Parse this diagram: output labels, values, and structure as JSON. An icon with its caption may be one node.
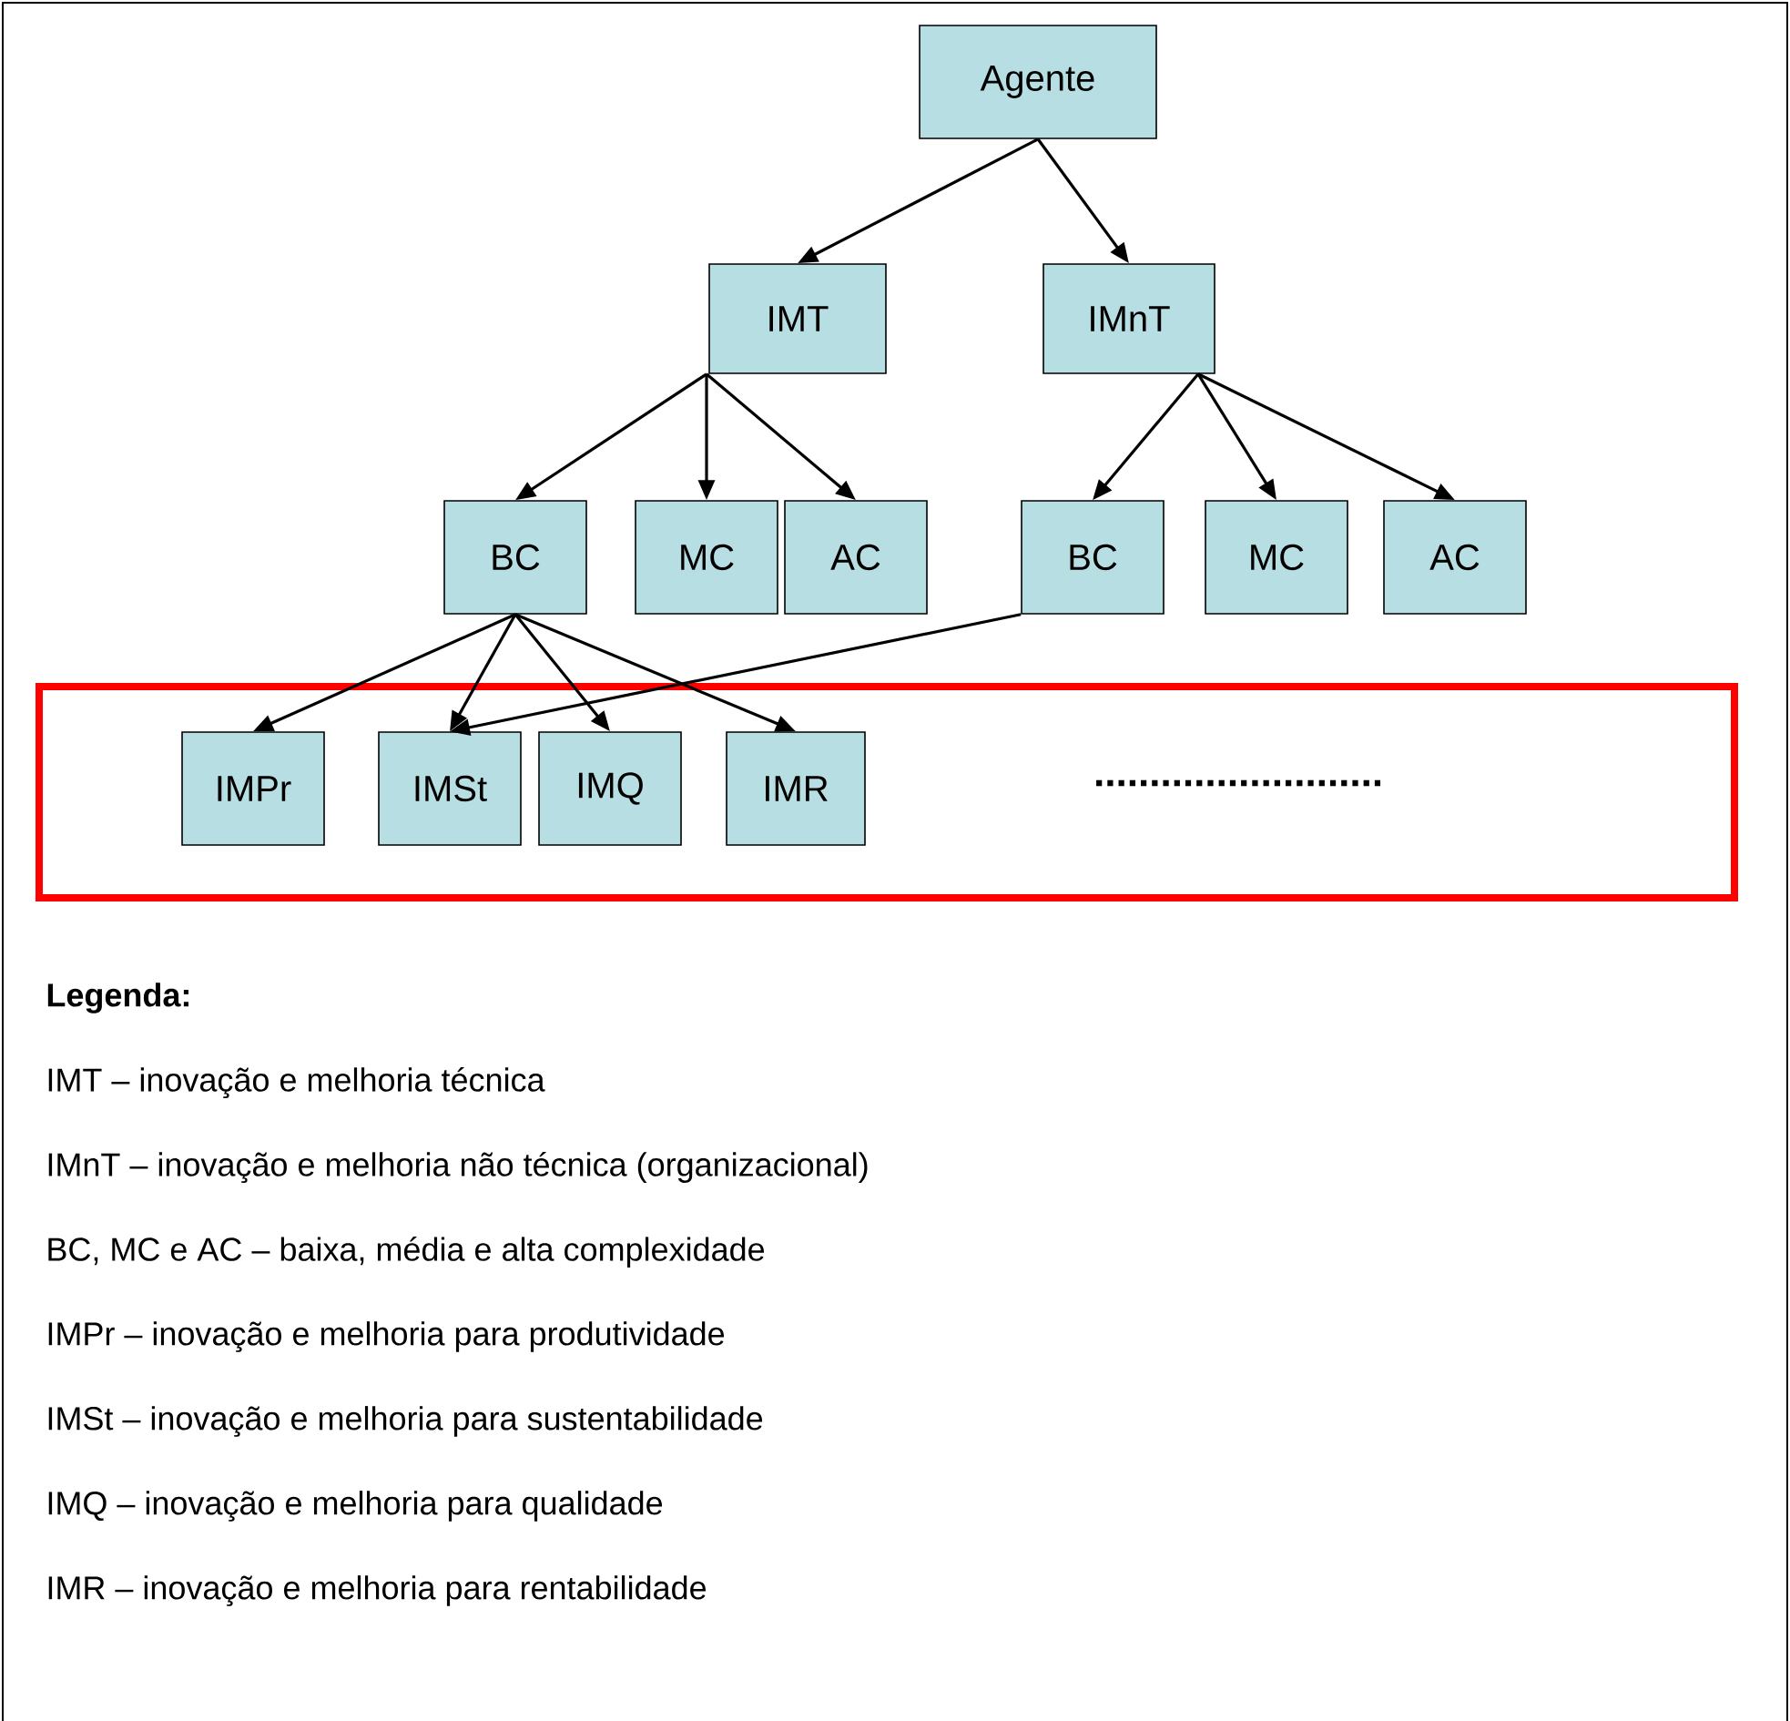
{
  "diagram": {
    "nodes": [
      {
        "text": [
          "Agente"
        ]
      },
      {
        "text": [
          "IMT"
        ]
      },
      {
        "text": [
          "IMnT"
        ]
      },
      {
        "text": [
          "BC"
        ]
      },
      {
        "text": [
          "MC"
        ]
      },
      {
        "text": [
          "AC"
        ]
      },
      {
        "text": [
          "BC"
        ]
      },
      {
        "text": [
          "MC"
        ]
      },
      {
        "text": [
          "AC"
        ]
      },
      {
        "text": [],
        "shape": "box"
      },
      {
        "text": [
          "IMPr"
        ],
        "in": 9
      },
      {
        "text": [
          "IMSt"
        ],
        "in": 9
      },
      {
        "text": [
          "IMQ"
        ],
        "in": 9
      },
      {
        "text": [
          "IMR"
        ],
        "in": 9
      }
    ],
    "edges": [
      {
        "from": 0,
        "to": 1,
        "arrow": "to"
      },
      {
        "from": 0,
        "to": 2,
        "arrow": "to"
      },
      {
        "from": 1,
        "to": 3,
        "arrow": "to"
      },
      {
        "from": 1,
        "to": 4,
        "arrow": "to"
      },
      {
        "from": 1,
        "to": 5,
        "arrow": "to"
      },
      {
        "from": 2,
        "to": 6,
        "arrow": "to"
      },
      {
        "from": 2,
        "to": 7,
        "arrow": "to"
      },
      {
        "from": 2,
        "to": 8,
        "arrow": "to"
      },
      {
        "from": 3,
        "to": 10,
        "arrow": "to"
      },
      {
        "from": 3,
        "to": 11,
        "arrow": "to"
      },
      {
        "from": 3,
        "to": 12,
        "arrow": "to"
      },
      {
        "from": 3,
        "to": 13,
        "arrow": "to"
      },
      {
        "from": 6,
        "to": 11,
        "arrow": "to"
      }
    ],
    "labels": [
      "..........................",
      "Legenda:",
      "IMT – inovação e melhoria técnica",
      "IMnT – inovação e melhoria não técnica (organizacional)",
      "BC, MC e AC – baixa, média e alta complexidade",
      "IMPr – inovação e melhoria para produtividade",
      "IMSt – inovação e melhoria para sustentabilidade",
      "IMQ – inovação e melhoria para qualidade",
      "IMR – inovação e melhoria para rentabilidade"
    ]
  }
}
